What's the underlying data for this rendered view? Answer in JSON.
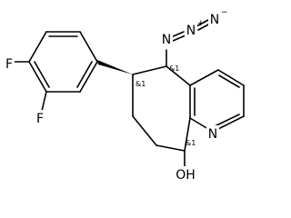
{
  "molecule": {
    "atoms": {
      "n_alpha": "N",
      "n_beta": "N",
      "n_beta_charge": "+",
      "n_terminal": "N",
      "n_terminal_charge": "−",
      "pyridine_n": "N",
      "fluorine_1": "F",
      "fluorine_2": "F",
      "hydroxyl": "OH"
    },
    "stereo_labels": {
      "c5": "&1",
      "c6": "&1",
      "c9": "&1"
    }
  }
}
